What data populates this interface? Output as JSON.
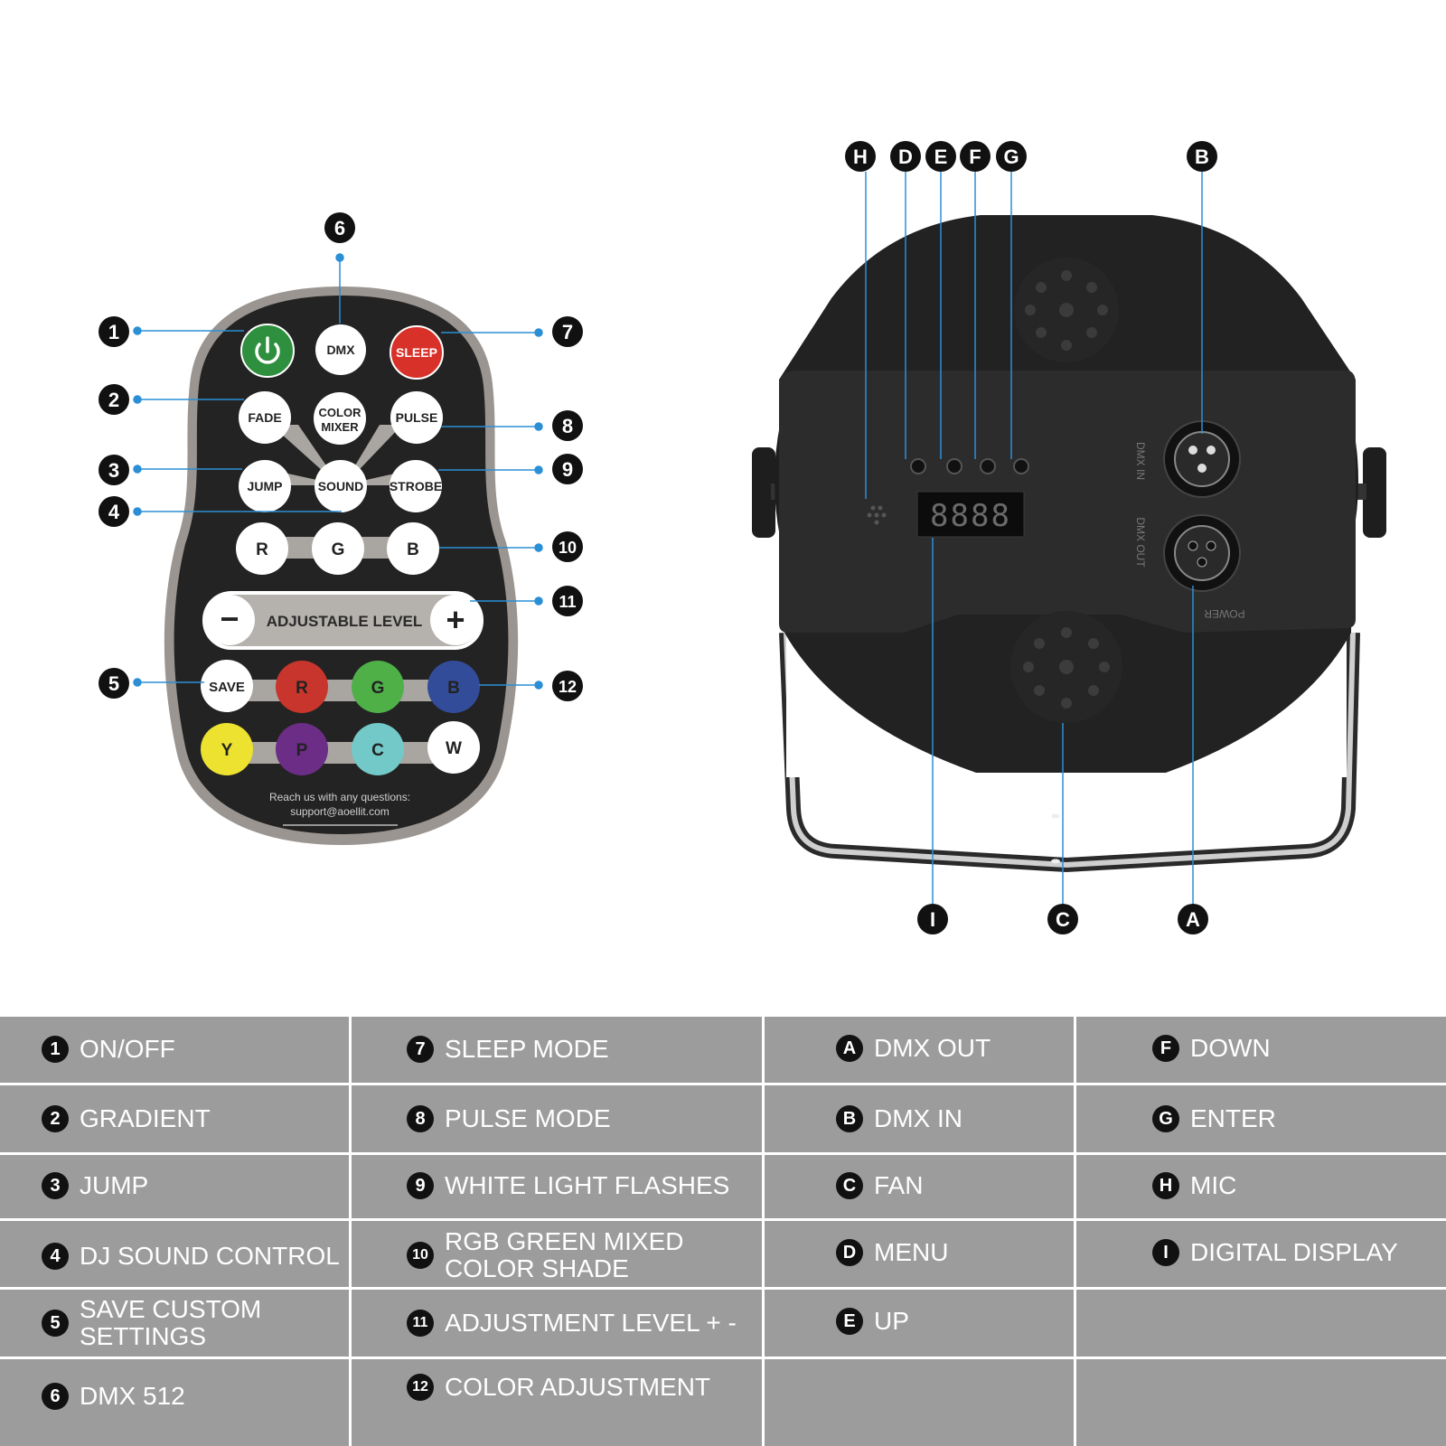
{
  "remote": {
    "callouts": [
      "1",
      "2",
      "3",
      "4",
      "5",
      "6",
      "7",
      "8",
      "9",
      "10",
      "11",
      "12"
    ],
    "buttons": {
      "dmx": "DMX",
      "sleep": "SLEEP",
      "fade": "FADE",
      "color_mixer_line1": "COLOR",
      "color_mixer_line2": "MIXER",
      "pulse": "PULSE",
      "jump": "JUMP",
      "sound": "SOUND",
      "strobe": "STROBE",
      "r": "R",
      "g": "G",
      "b": "B",
      "adjustable_level": "ADJUSTABLE LEVEL",
      "minus": "−",
      "plus": "+",
      "save": "SAVE",
      "r2": "R",
      "g2": "G",
      "b2": "B",
      "y": "Y",
      "p": "P",
      "c": "C",
      "w": "W"
    },
    "contact_line1": "Reach us with any questions:",
    "contact_line2": "support@aoellit.com"
  },
  "device": {
    "callouts": [
      "H",
      "D",
      "E",
      "F",
      "G",
      "B",
      "I",
      "C",
      "A"
    ],
    "display": "8888",
    "label_dmx_in": "DMX IN",
    "label_dmx_out": "DMX OUT",
    "label_power": "POWER"
  },
  "legend": {
    "col1": [
      {
        "badge": "1",
        "text": "ON/OFF"
      },
      {
        "badge": "2",
        "text": "GRADIENT"
      },
      {
        "badge": "3",
        "text": "JUMP"
      },
      {
        "badge": "4",
        "text": "DJ SOUND CONTROL"
      },
      {
        "badge": "5",
        "text": "SAVE CUSTOM SETTINGS"
      },
      {
        "badge": "6",
        "text": "DMX 512"
      }
    ],
    "col2": [
      {
        "badge": "7",
        "text": "SLEEP MODE"
      },
      {
        "badge": "8",
        "text": "PULSE MODE"
      },
      {
        "badge": "9",
        "text": "WHITE LIGHT FLASHES"
      },
      {
        "badge": "10",
        "text": "RGB GREEN MIXED COLOR SHADE"
      },
      {
        "badge": "11",
        "text": "ADJUSTMENT LEVEL + -"
      },
      {
        "badge": "12",
        "text": "COLOR ADJUSTMENT"
      }
    ],
    "col3": [
      {
        "badge": "A",
        "text": "DMX OUT"
      },
      {
        "badge": "B",
        "text": "DMX IN"
      },
      {
        "badge": "C",
        "text": "FAN"
      },
      {
        "badge": "D",
        "text": "MENU"
      },
      {
        "badge": "E",
        "text": "UP"
      }
    ],
    "col4": [
      {
        "badge": "F",
        "text": "DOWN"
      },
      {
        "badge": "G",
        "text": "ENTER"
      },
      {
        "badge": "H",
        "text": "MIC"
      },
      {
        "badge": "I",
        "text": "DIGITAL DISPLAY"
      }
    ]
  },
  "colors": {
    "callout_line": "#2b8fd6",
    "power_green": "#2e8f3e",
    "sleep_red": "#d8312a",
    "r_red": "#c8352c",
    "g_green": "#4fb048",
    "b_blue": "#334c9a",
    "y_yellow": "#ece22f",
    "p_purple": "#6b2d86",
    "c_cyan": "#72c9c8",
    "legend_bg": "#9c9c9c"
  }
}
